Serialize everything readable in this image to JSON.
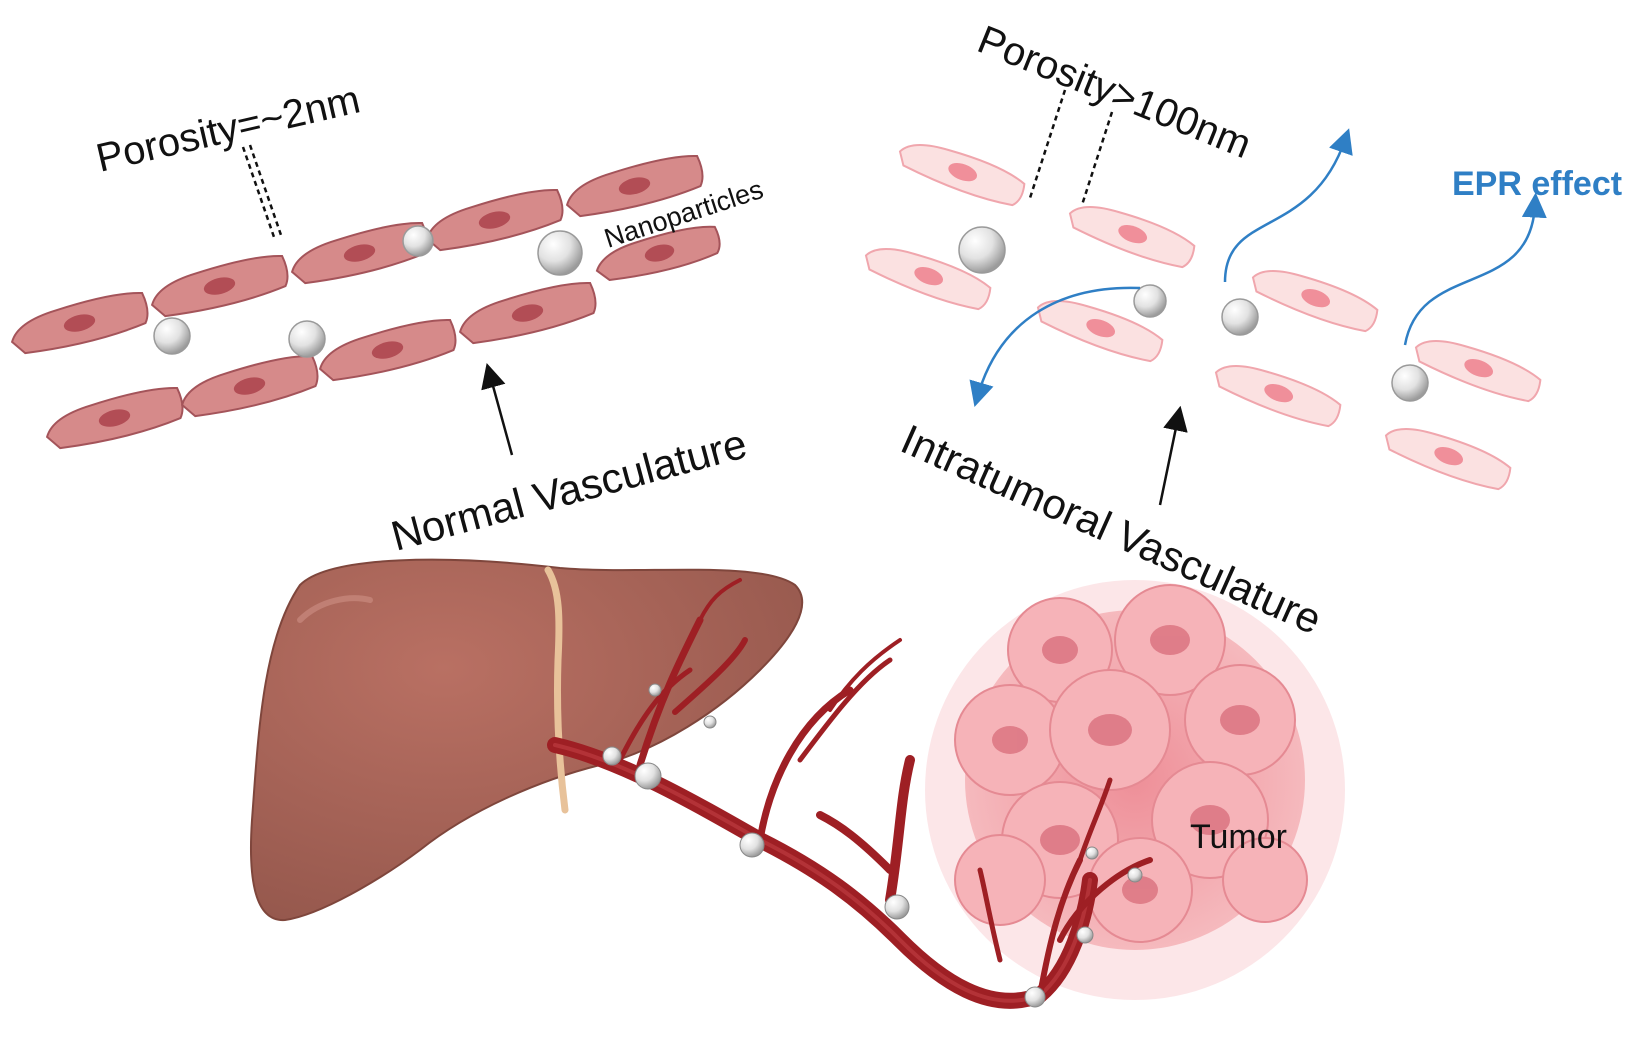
{
  "labels": {
    "porosity_normal": "Porosity=~2nm",
    "porosity_tumor": "Porosity>100nm",
    "nanoparticles": "Nanoparticles",
    "normal_vasculature": "Normal Vasculature",
    "intratumoral_vasculature": "Intratumoral Vasculature",
    "epr_effect": "EPR effect",
    "tumor": "Tumor"
  },
  "colors": {
    "normal_cell": "#d68a8a",
    "normal_nucleus": "#b24d55",
    "tumor_cell": "#fbe1e1",
    "tumor_nucleus": "#f08f9a",
    "nanoparticle": "#e6e6e6",
    "liver": "#a86459",
    "vessel": "#9e1f24",
    "tumor_mass": "#f3a6ab",
    "epr_arrow": "#2f7fc5"
  },
  "icons": {
    "liver": "liver-organ",
    "tumor": "tumor-mass",
    "nanoparticle": "sphere"
  }
}
